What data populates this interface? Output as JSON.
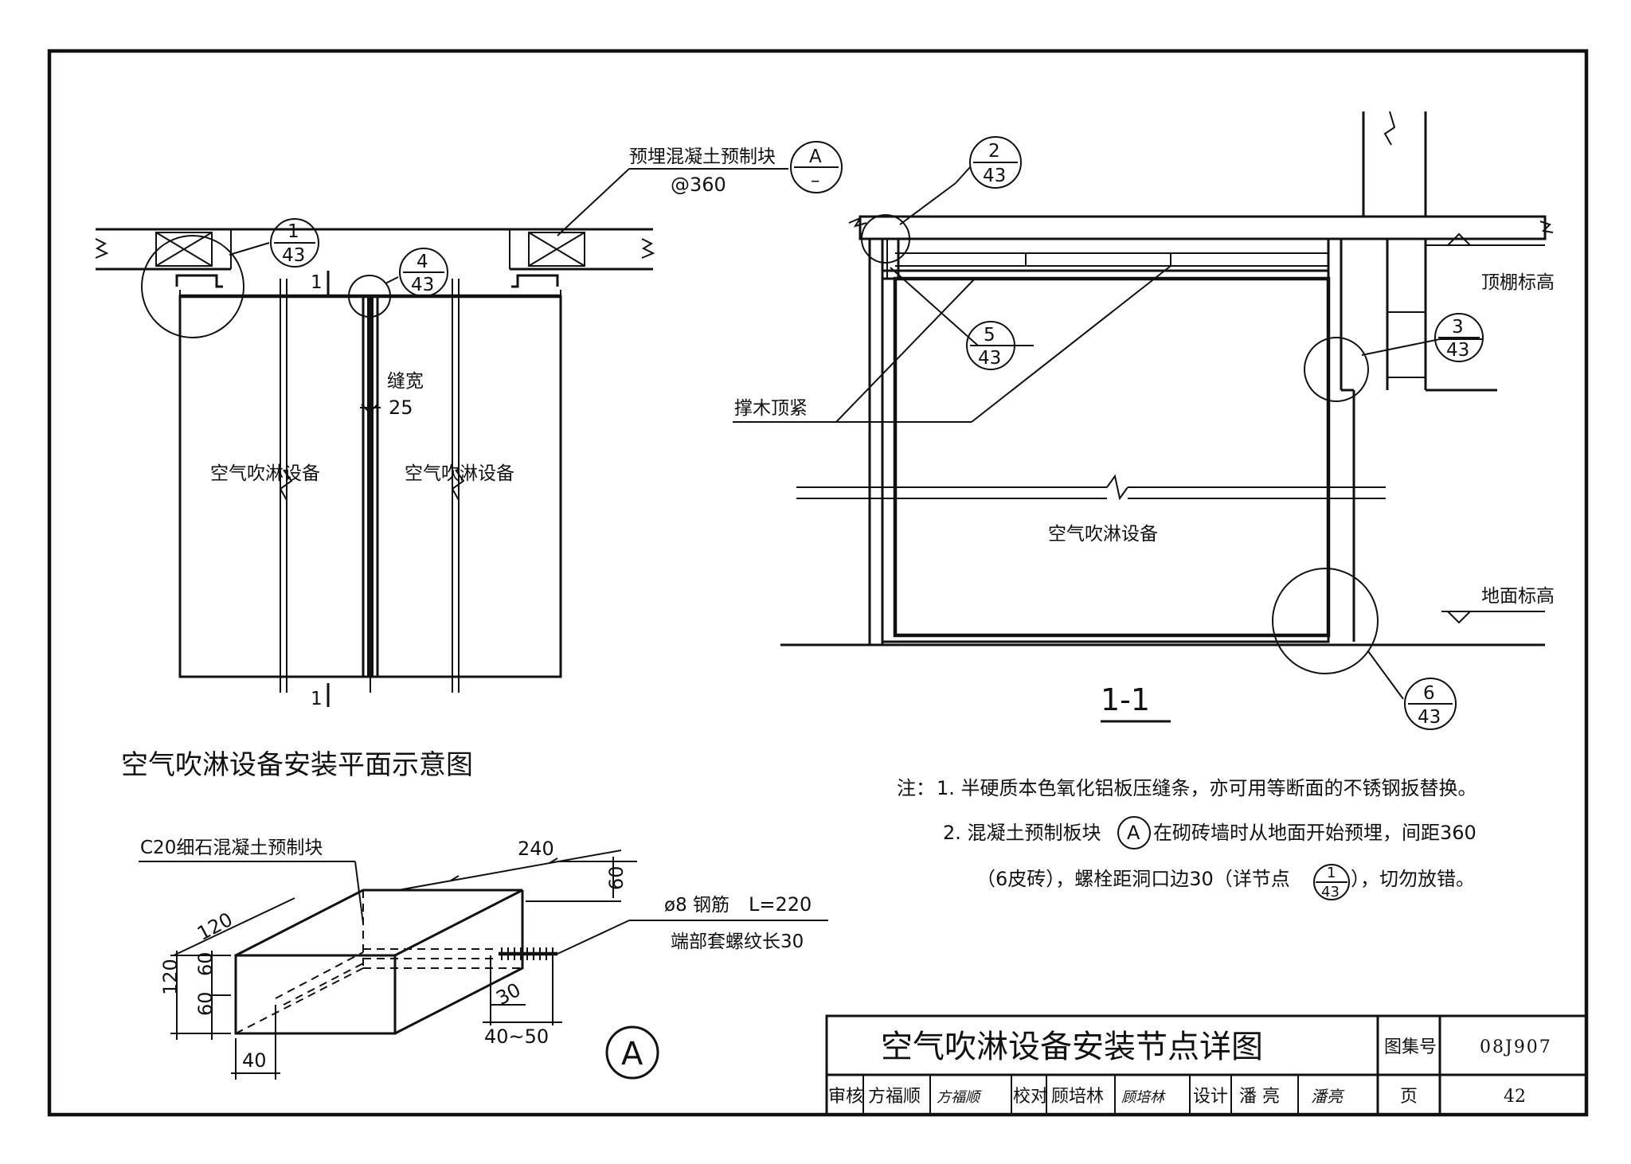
{
  "plan": {
    "title": "空气吹淋设备安装平面示意图",
    "embed_label": "预埋混凝土预制块",
    "embed_spacing": "@360",
    "ref_a_top": "A",
    "ref_a_bottom": "–",
    "gap_label": "缝宽",
    "gap_value": "25",
    "equipment_left": "空气吹淋设备",
    "equipment_right": "空气吹淋设备",
    "section_mark_top": "1",
    "section_mark_bottom": "1",
    "detail_refs": [
      {
        "top": "1",
        "bottom": "43"
      },
      {
        "top": "4",
        "bottom": "43"
      }
    ]
  },
  "section": {
    "title": "1-1",
    "ceiling_label": "顶棚标高",
    "floor_label": "地面标高",
    "brace_label": "撑木顶紧",
    "equipment": "空气吹淋设备",
    "detail_refs": [
      {
        "top": "2",
        "bottom": "43"
      },
      {
        "top": "5",
        "bottom": "43"
      },
      {
        "top": "3",
        "bottom": "43"
      },
      {
        "top": "6",
        "bottom": "43"
      }
    ]
  },
  "block": {
    "label": "C20细石混凝土预制块",
    "rebar": "ø8 钢筋",
    "rebar_len": "L=220",
    "thread": "端部套螺纹长30",
    "dims": {
      "d240": "240",
      "d120_top": "120",
      "d60_right": "60",
      "d120_left": "120",
      "d60_a": "60",
      "d60_b": "60",
      "d40": "40",
      "d30": "30",
      "d40_50": "40~50"
    },
    "marker": "A"
  },
  "notes": {
    "prefix": "注：",
    "n1": "1. 半硬质本色氧化铝板压缝条，亦可用等断面的不锈钢扳替换。",
    "n2_pre": "2. 混凝土预制板块",
    "n2_marker": "A",
    "n2_post": "在砌砖墙时从地面开始预埋，间距360",
    "n3_pre": "（6皮砖），螺栓距洞口边30（详节点",
    "n3_ref_top": "1",
    "n3_ref_bottom": "43",
    "n3_post": "），切勿放错。"
  },
  "title_block": {
    "title": "空气吹淋设备安装节点详图",
    "atlas_label": "图集号",
    "atlas_no": "08J907",
    "review_label": "审核",
    "reviewer": "方福顺",
    "reviewer_sig": "方福顺",
    "check_label": "校对",
    "checker": "顾培林",
    "checker_sig": "顾培林",
    "design_label": "设计",
    "designer": "潘 亮",
    "designer_sig": "潘亮",
    "page_label": "页",
    "page_no": "42"
  }
}
